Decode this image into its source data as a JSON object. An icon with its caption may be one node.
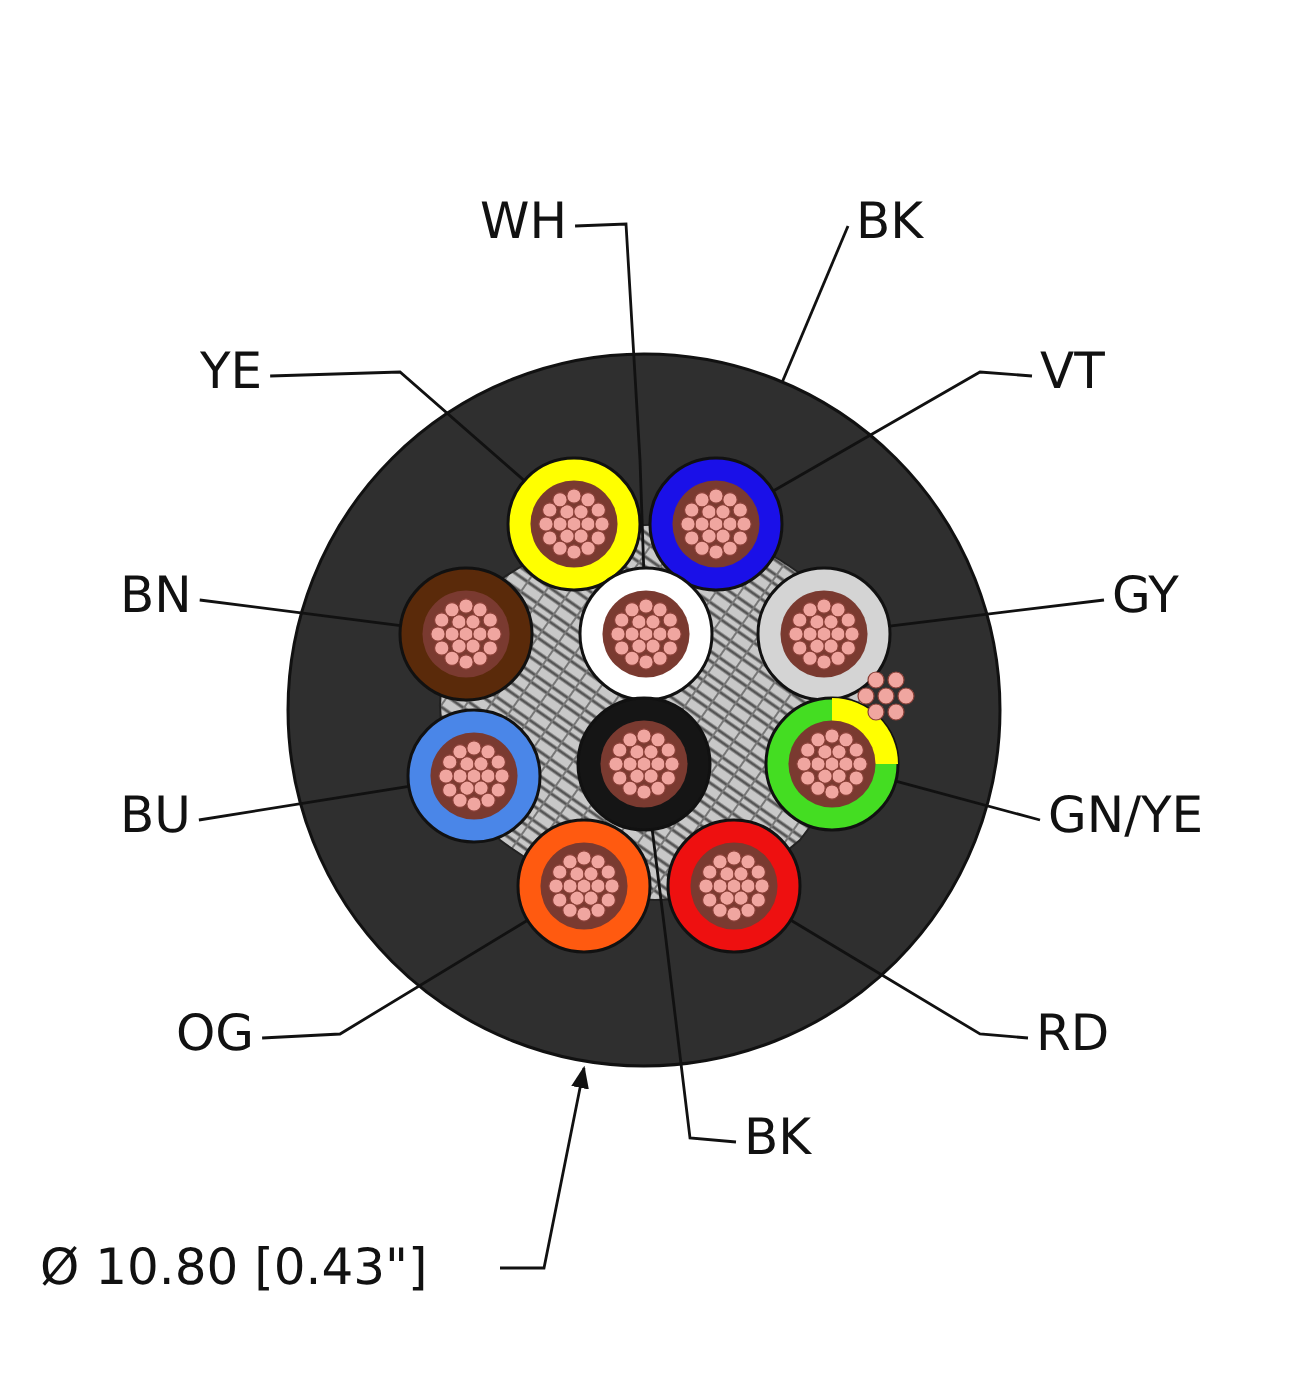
{
  "diagram": {
    "nodes": [
      {
        "text": [
          "WH"
        ]
      },
      {
        "text": [
          "BK"
        ]
      },
      {
        "text": [
          "YE"
        ]
      },
      {
        "text": [
          "VT"
        ]
      },
      {
        "text": [
          "BN"
        ]
      },
      {
        "text": [
          "GY"
        ]
      },
      {
        "text": [
          "BU"
        ]
      },
      {
        "text": [
          "GN/YE"
        ]
      },
      {
        "text": [
          "OG"
        ]
      },
      {
        "text": [
          "RD"
        ]
      },
      {
        "text": [
          "BK"
        ]
      },
      {
        "text": [],
        "shape": "circle"
      },
      {
        "text": [],
        "shape": "circle",
        "in": 11
      },
      {
        "text": [],
        "shape": "circle",
        "in": 11
      },
      {
        "text": [],
        "shape": "circle",
        "in": 11
      },
      {
        "text": [],
        "shape": "circle",
        "in": 11
      },
      {
        "text": [],
        "shape": "circle",
        "in": 11
      },
      {
        "text": [],
        "shape": "circle",
        "in": 11
      },
      {
        "text": [],
        "shape": "circle",
        "in": 11
      },
      {
        "text": [],
        "shape": "circle",
        "in": 11
      },
      {
        "text": [],
        "shape": "circle",
        "in": 11
      },
      {
        "text": [],
        "shape": "circle",
        "in": 11
      }
    ],
    "edges": [
      {
        "from": 0,
        "to": 15,
        "arrow": "none"
      },
      {
        "from": 1,
        "to": 11,
        "arrow": "none"
      },
      {
        "from": 2,
        "to": 12,
        "arrow": "none"
      },
      {
        "from": 3,
        "to": 13,
        "arrow": "none"
      },
      {
        "from": 4,
        "to": 14,
        "arrow": "none"
      },
      {
        "from": 5,
        "to": 16,
        "arrow": "none"
      },
      {
        "from": 6,
        "to": 17,
        "arrow": "none"
      },
      {
        "from": 7,
        "to": 19,
        "arrow": "none"
      },
      {
        "from": 8,
        "to": 20,
        "arrow": "none"
      },
      {
        "from": 9,
        "to": 21,
        "arrow": "none"
      },
      {
        "from": 10,
        "to": 18,
        "arrow": "none"
      }
    ],
    "labels": [
      "Ø 10.80 [0.43\"]"
    ]
  }
}
